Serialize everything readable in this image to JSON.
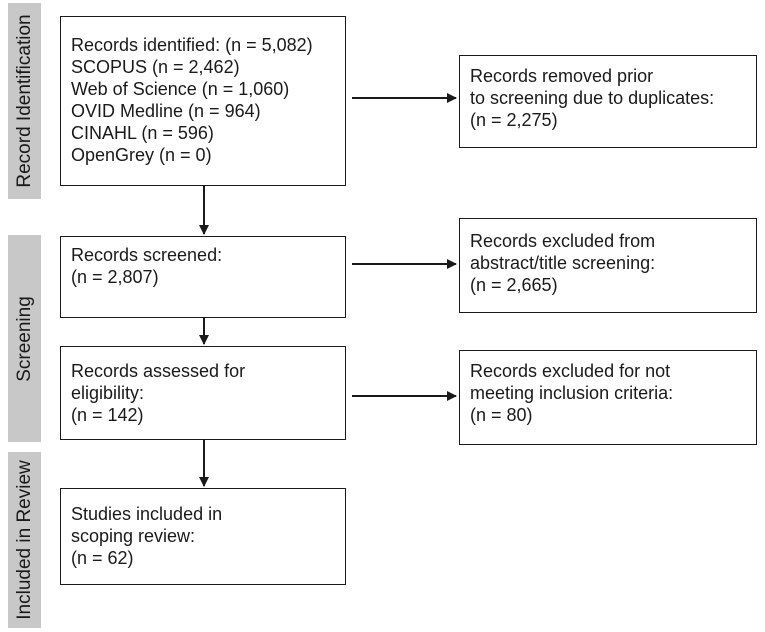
{
  "phases": {
    "identification": "Record Identification",
    "screening": "Screening",
    "included": "Included in Review"
  },
  "boxes": {
    "identified": {
      "lines": [
        "Records identified: (n = 5,082)",
        "SCOPUS (n = 2,462)",
        "Web of Science (n = 1,060)",
        "OVID Medline (n = 964)",
        "CINAHL (n = 596)",
        "OpenGrey (n = 0)"
      ]
    },
    "duplicates_removed": {
      "lines": [
        "Records removed prior",
        "to screening due to duplicates:",
        "(n = 2,275)"
      ]
    },
    "screened": {
      "lines": [
        "Records screened:",
        "(n = 2,807)"
      ]
    },
    "excluded_abstract": {
      "lines": [
        "Records excluded from",
        "abstract/title screening:",
        "(n = 2,665)"
      ]
    },
    "assessed": {
      "lines": [
        "Records assessed for",
        "eligibility:",
        "(n = 142)"
      ]
    },
    "excluded_criteria": {
      "lines": [
        "Records excluded for not",
        "meeting inclusion criteria:",
        "(n = 80)"
      ]
    },
    "included": {
      "lines": [
        "Studies included in",
        "scoping review:",
        "(n = 62)"
      ]
    }
  },
  "colors": {
    "phase_bar": "#c8c8c8",
    "line": "#1a1a1a"
  }
}
